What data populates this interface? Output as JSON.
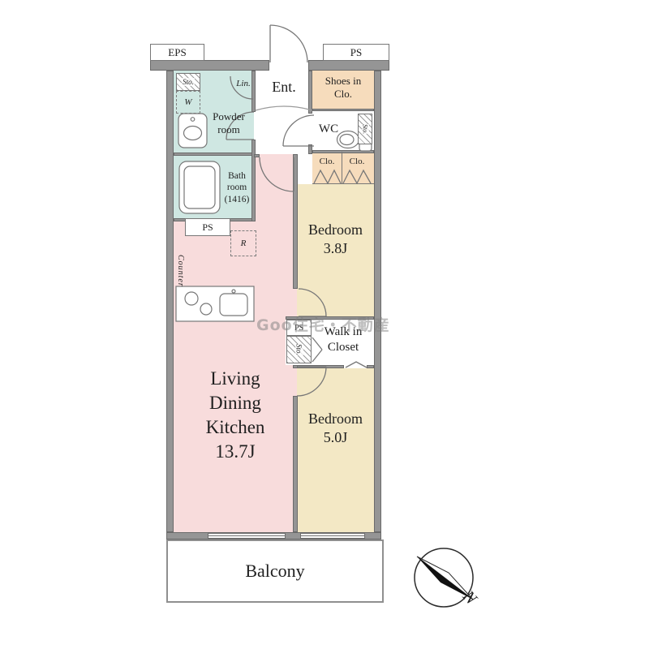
{
  "colors": {
    "wall": "#959595",
    "wall_outline": "#6b6b6b",
    "ldk_pink": "#f8dcdc",
    "bedroom_cream": "#f3e8c5",
    "wet_teal": "#cfe7e2",
    "closet_peach": "#f6dcbc",
    "watermark_gray": "#7d7d7d"
  },
  "labels": {
    "eps": "EPS",
    "ps_top": "PS",
    "ent": "Ent.",
    "shoes": "Shoes in\nClo.",
    "wc": "WC",
    "sto_wc": "Sto.",
    "sto_powder": "Sto.",
    "washer": "W",
    "lin": "Lin.",
    "powder": "Powder\nroom",
    "bath": "Bath\nroom\n(1416)",
    "ps_bath": "PS",
    "clo_left": "Clo.",
    "clo_right": "Clo.",
    "bedroom38": "Bedroom\n3.8J",
    "fridge": "R",
    "counter": "Counter",
    "ps_mid": "PS",
    "sto_mid": "Sto.",
    "walk_in_closet": "Walk in\nCloset",
    "ldk": "Living\nDining\nKitchen\n13.7J",
    "bedroom50": "Bedroom\n5.0J",
    "balcony": "Balcony",
    "north": "N",
    "watermark": "Goo住宅・不動産"
  }
}
